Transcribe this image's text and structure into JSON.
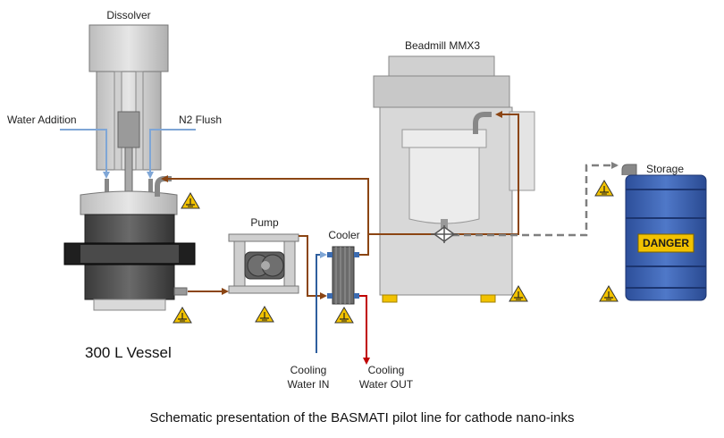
{
  "labels": {
    "dissolver": "Dissolver",
    "water_addition": "Water Addition",
    "n2_flush": "N2 Flush",
    "beadmill": "Beadmill MMX3",
    "storage": "Storage",
    "pump": "Pump",
    "cooler": "Cooler",
    "vessel": "300 L Vessel",
    "cooling_in_1": "Cooling",
    "cooling_in_2": "Water IN",
    "cooling_out_1": "Cooling",
    "cooling_out_2": "Water OUT",
    "danger": "DANGER"
  },
  "caption": "Schematic presentation of the BASMATI pilot line for cathode nano-inks",
  "colors": {
    "product_line": "#8B4513",
    "water_in_line": "#2E5E9E",
    "water_out_line": "#C00000",
    "feed_line": "#7FA6D6",
    "storage_line": "#7F7F7F",
    "drum": "#3A5FB0",
    "warning": "#F2C200",
    "foot": "#F2C200"
  },
  "icons": {
    "warning": "esd-warning-triangle-icon",
    "valve": "three-way-valve-icon",
    "danger_label": "danger-sign-icon"
  }
}
